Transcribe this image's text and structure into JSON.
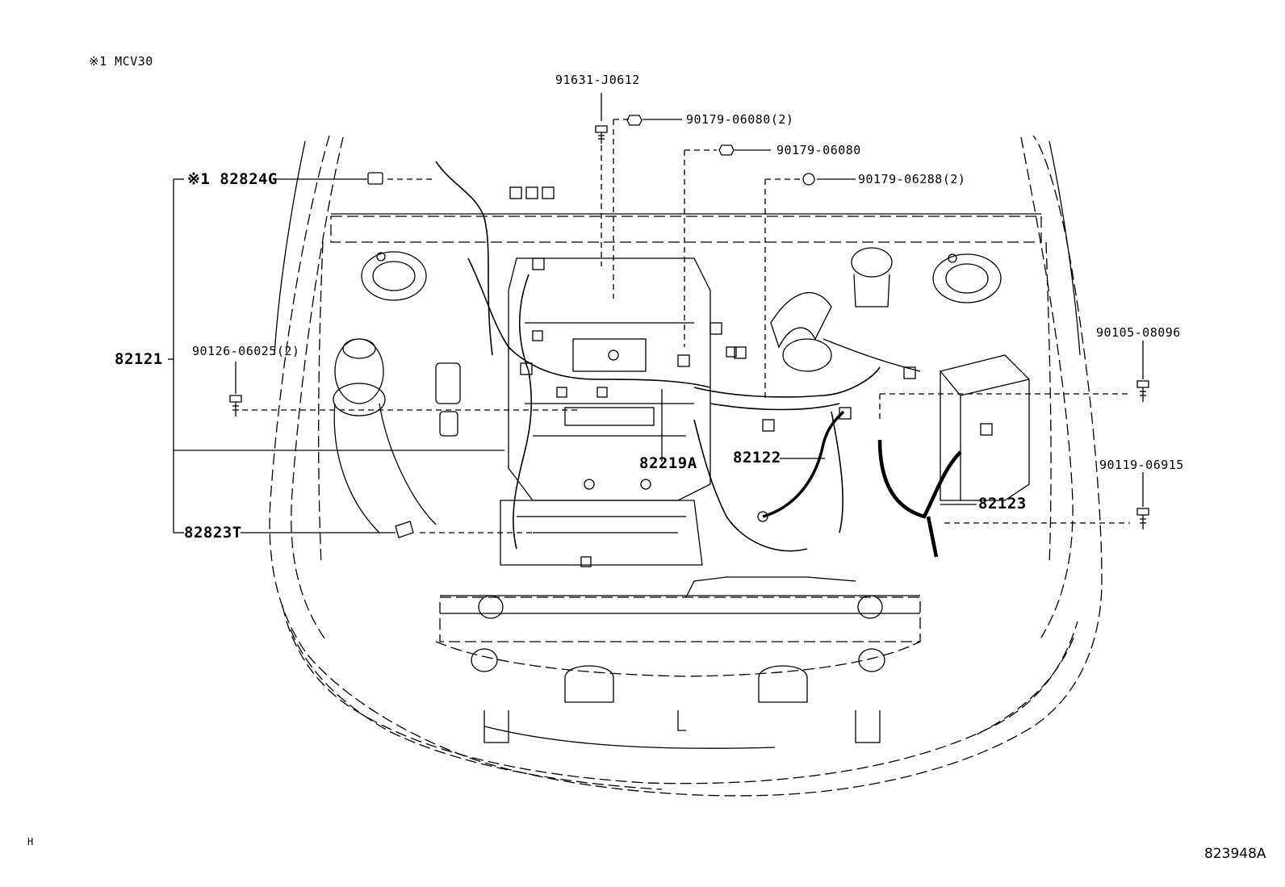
{
  "header_note": "※1 MCV30",
  "footer_left": "H",
  "figure_code": "823948A",
  "callouts": {
    "p91631": "91631-J0612",
    "p90179a": "90179-06080(2)",
    "p90179b": "90179-06080",
    "p90179c": "90179-06288(2)",
    "p82824": "※1 82824G",
    "p82121": "82121",
    "p90126": "90126-06025(2)",
    "p90105": "90105-08096",
    "p82219": "82219A",
    "p82122": "82122",
    "p90119": "90119-06915",
    "p82123": "82123",
    "p82823": "82823T"
  },
  "colors": {
    "line": "#000000",
    "background": "#ffffff"
  }
}
